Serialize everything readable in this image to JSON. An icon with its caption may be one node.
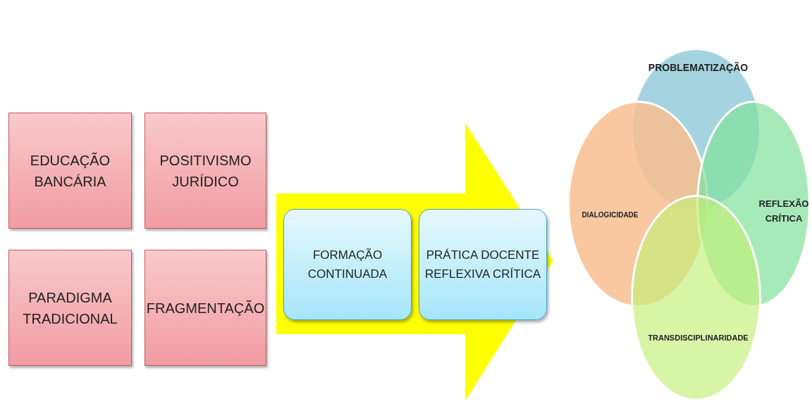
{
  "diagram": {
    "nodes": [
      {
        "text": [
          "EDUCAÇÃO BANCÁRIA"
        ]
      },
      {
        "text": [
          "POSITIVISMO JURÍDICO"
        ]
      },
      {
        "text": [
          "PARADIGMA TRADICIONAL"
        ]
      },
      {
        "text": [
          "FRAGMENTAÇÃO"
        ]
      },
      {
        "text": [],
        "shape": "arrow"
      },
      {
        "text": [
          "FORMAÇÃO CONTINUADA"
        ],
        "in": 4
      },
      {
        "text": [
          "PRÁTICA DOCENTE REFLEXIVA CRÍTICA"
        ],
        "in": 4
      },
      {
        "text": [
          "PROBLEMATIZAÇÃO"
        ]
      },
      {
        "text": [
          "DIALOGICIDADE"
        ]
      },
      {
        "text": [
          "REFLEXÃO CRÍTICA"
        ]
      },
      {
        "text": [
          "TRANSDISCIPLINARIDADE"
        ]
      }
    ]
  }
}
